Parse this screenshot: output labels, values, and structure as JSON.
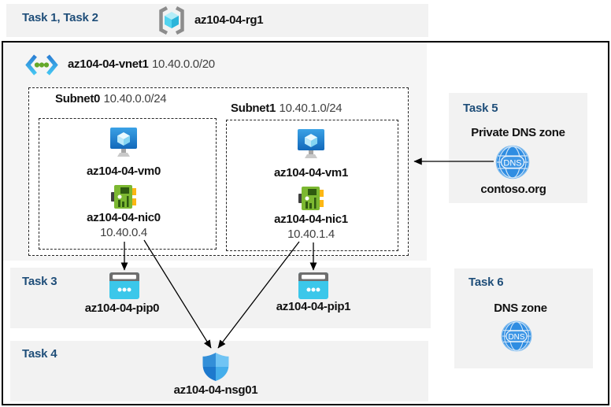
{
  "resource_group": {
    "task_label": "Task 1, Task 2",
    "name": "az104-04-rg1"
  },
  "vnet": {
    "name": "az104-04-vnet1",
    "cidr": "10.40.0.0/20"
  },
  "subnets": [
    {
      "name": "Subnet0",
      "cidr": "10.40.0.0/24",
      "vm_name": "az104-04-vm0",
      "nic_name": "az104-04-nic0",
      "nic_ip": "10.40.0.4"
    },
    {
      "name": "Subnet1",
      "cidr": "10.40.1.0/24",
      "vm_name": "az104-04-vm1",
      "nic_name": "az104-04-nic1",
      "nic_ip": "10.40.1.4"
    }
  ],
  "public_ips": {
    "task_label": "Task 3",
    "items": [
      "az104-04-pip0",
      "az104-04-pip1"
    ]
  },
  "nsg": {
    "task_label": "Task 4",
    "name": "az104-04-nsg01"
  },
  "private_dns": {
    "task_label": "Task 5",
    "title": "Private DNS zone",
    "zone_name": "contoso.org",
    "dns_badge": "DNS"
  },
  "dns": {
    "task_label": "Task 6",
    "title": "DNS zone",
    "dns_badge": "DNS"
  },
  "icons": {
    "resource_group": "resource-group-icon (gray brackets with cyan cube)",
    "virtual_network": "vnet-icon (blue chevrons with three green dots)",
    "virtual_machine": "vm-icon (blue monitor with cube)",
    "network_interface": "nic-icon (green circuit board with yellow tabs)",
    "public_ip": "public-ip-icon (cyan browser window with three dots)",
    "dns_zone": "dns-globe-icon (blue globe labeled DNS)",
    "network_security_group": "nsg-shield-icon (blue quadrant shield)"
  },
  "colors": {
    "task_label": "#1f4e79",
    "band_bg": "#f2f2f2",
    "vnet_bg": "#f5f5f5",
    "secondary_text": "#404040",
    "outline": "#000000",
    "vm_blue": "#1b79cc",
    "nic_green": "#7cb831",
    "nic_yellow": "#fdb714",
    "pip_cyan": "#3bc7ea",
    "dns_blue": "#2f8de2",
    "shield_blue": "#2e8fd9"
  }
}
